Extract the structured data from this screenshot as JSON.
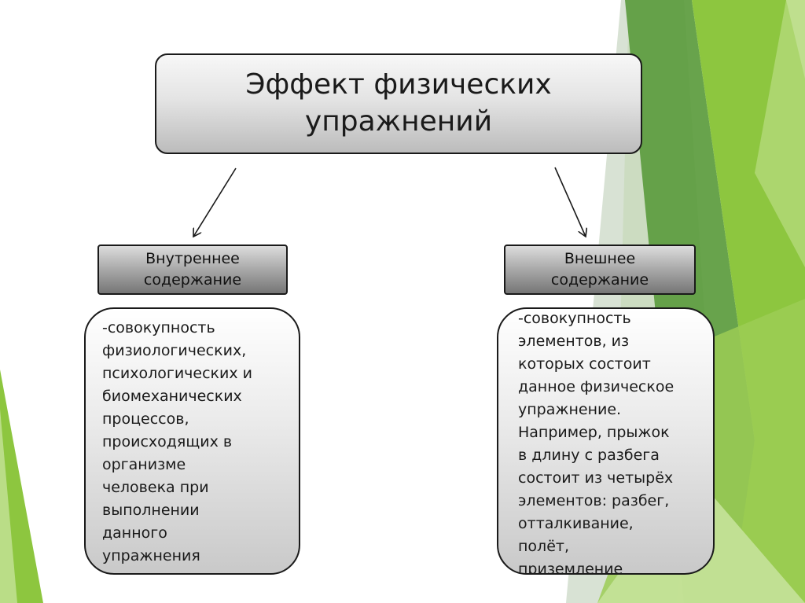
{
  "title": "Эффект физических упражнений",
  "left": {
    "label": "Внутреннее\nсодержание",
    "text": "-совокупность\nфизиологических,\nпсихологических и\nбиомеханических\nпроцессов,\nпроисходящих в\nорганизме\nчеловека при\nвыполнении\nданного\nупражнения"
  },
  "right": {
    "label": "Внешнее\nсодержание",
    "text": "-совокупность\nэлементов, из\nкоторых состоит\nданное физическое\nупражнение.\nНапример, прыжок\nв длину с разбега\nсостоит из четырёх\nэлементов: разбег,\nотталкивание,\nполёт,\nприземление"
  },
  "colors": {
    "accent_green": "#8dc63f",
    "dark_green": "#5a9a3c",
    "pale_green": "#c5e29a"
  }
}
